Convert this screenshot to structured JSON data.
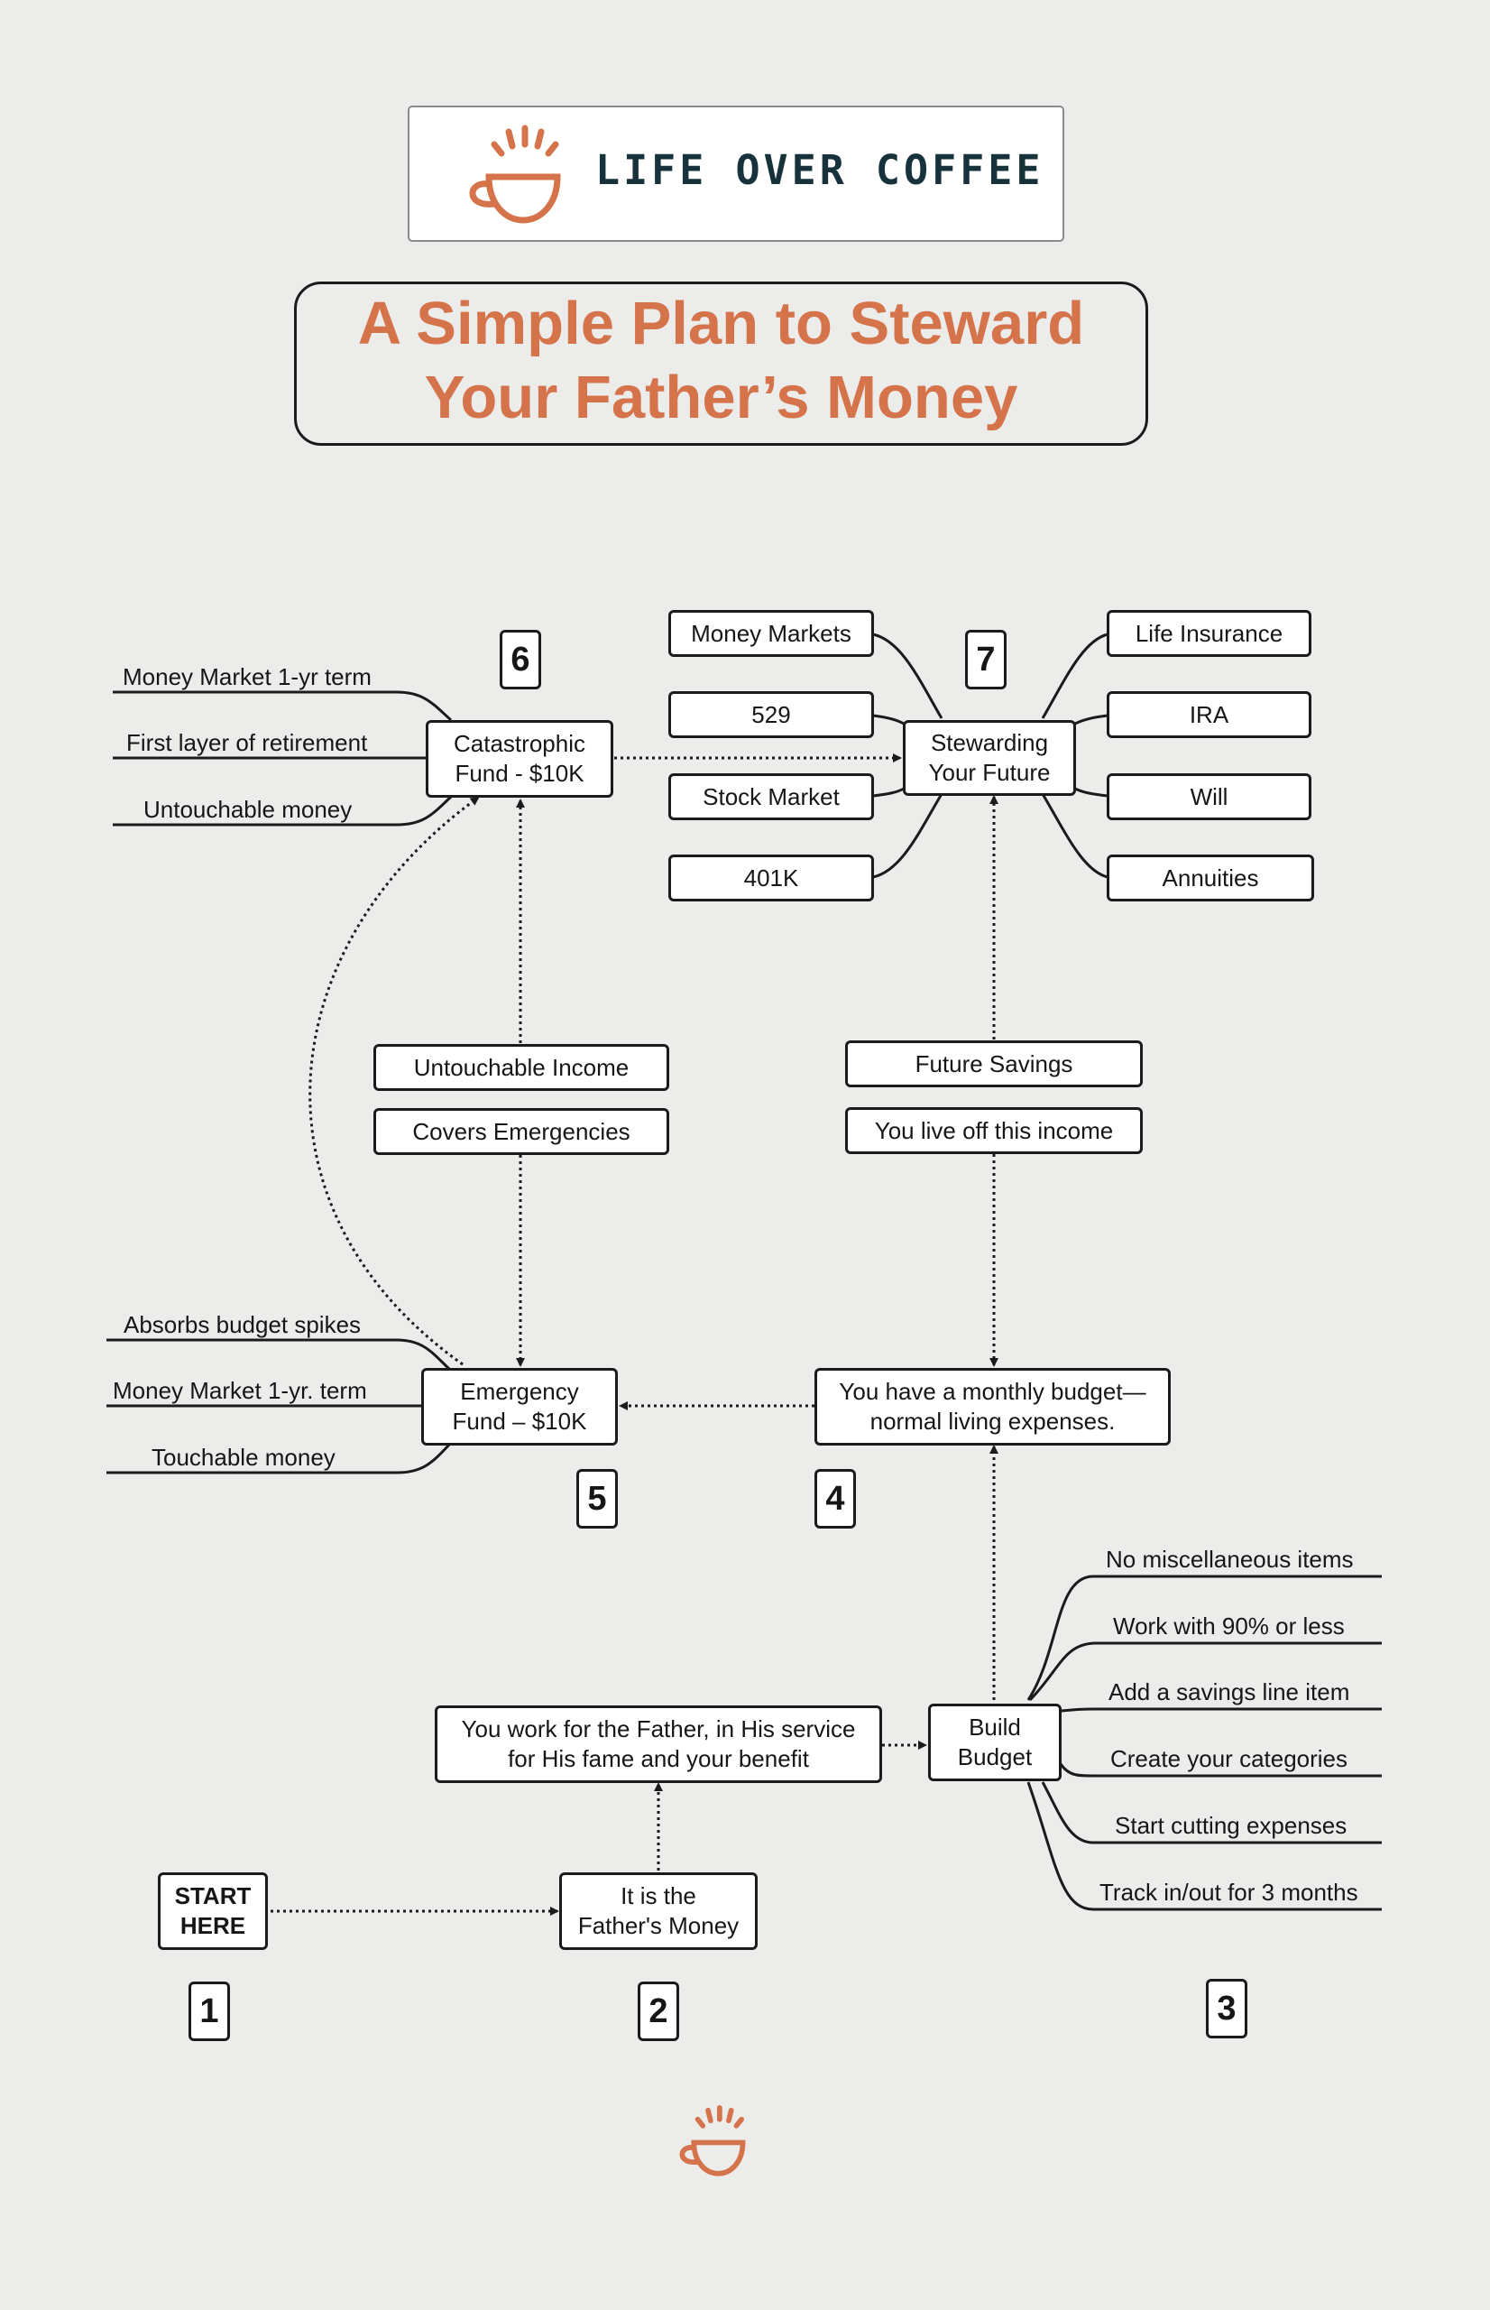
{
  "brand": {
    "name": "LIFE OVER COFFEE",
    "accent": "#d5734b",
    "text_color": "#17323b"
  },
  "title": "A Simple Plan to Steward\nYour Father’s Money",
  "steps": {
    "s1": "1",
    "s2": "2",
    "s3": "3",
    "s4": "4",
    "s5": "5",
    "s6": "6",
    "s7": "7"
  },
  "nodes": {
    "start": "START\nHERE",
    "fathers_money": "It is the\nFather's Money",
    "work_for_father": "You work for the Father, in His service\nfor His fame and your benefit",
    "build_budget": "Build\nBudget",
    "monthly_budget": "You have a monthly budget—\nnormal living expenses.",
    "emergency_fund": "Emergency\nFund – $10K",
    "catastrophic_fund": "Catastrophic\nFund - $10K",
    "stewarding_future": "Stewarding\nYour Future",
    "untouchable_income": "Untouchable Income",
    "covers_emergencies": "Covers Emergencies",
    "future_savings": "Future Savings",
    "live_off_income": "You live off this income"
  },
  "budget_items": [
    "No miscellaneous items",
    "Work with 90% or less",
    "Add a savings line item",
    "Create your categories",
    "Start cutting expenses",
    "Track in/out for 3 months"
  ],
  "emergency_items": [
    "Absorbs budget spikes",
    "Money Market 1-yr. term",
    "Touchable money"
  ],
  "catastrophic_items": [
    "Money Market 1-yr term",
    "First layer of retirement",
    "Untouchable money"
  ],
  "future_left": [
    "Money Markets",
    "529",
    "Stock Market",
    "401K"
  ],
  "future_right": [
    "Life Insurance",
    "IRA",
    "Will",
    "Annuities"
  ]
}
